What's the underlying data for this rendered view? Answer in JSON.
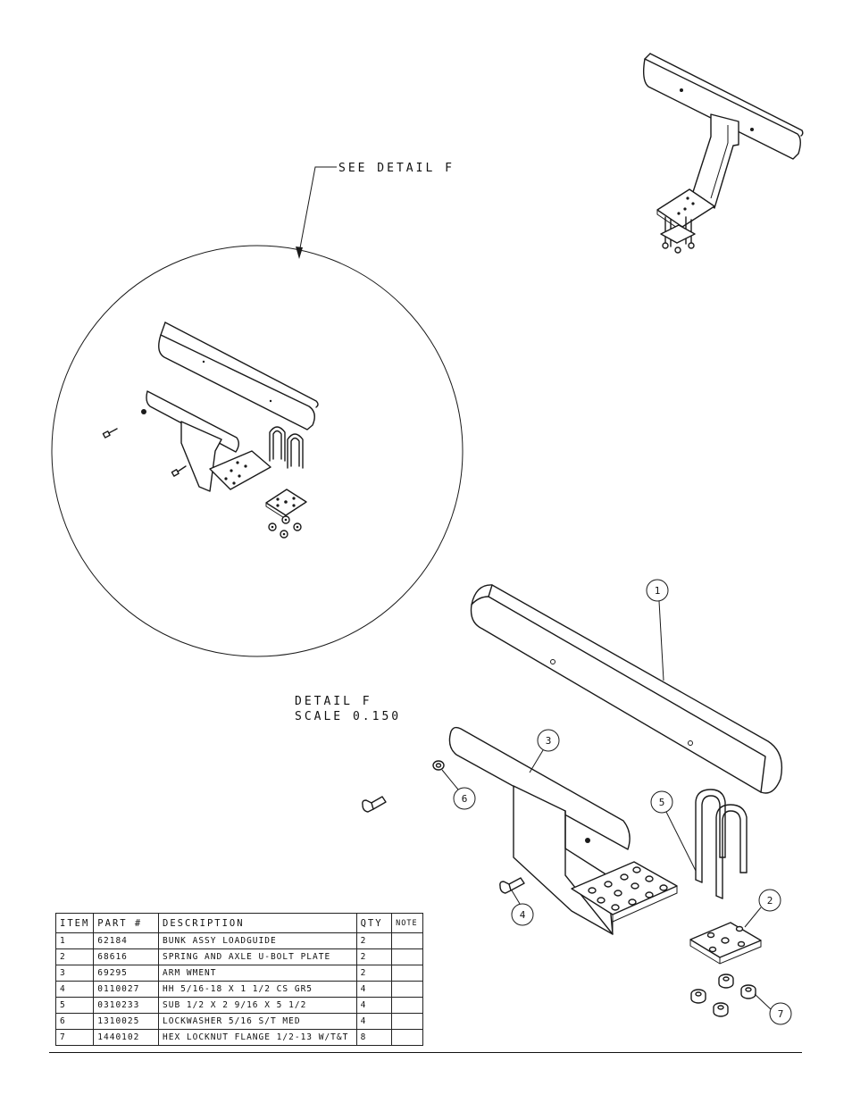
{
  "see_detail": "SEE DETAIL  F",
  "detail": {
    "title": "DETAIL  F",
    "scale": "SCALE  0.150"
  },
  "callouts": [
    "1",
    "2",
    "3",
    "4",
    "5",
    "6",
    "7"
  ],
  "bom": {
    "headers": [
      "ITEM",
      "PART #",
      "DESCRIPTION",
      "QTY",
      "NOTE"
    ],
    "rows": [
      [
        "1",
        "62184",
        "BUNK ASSY   LOADGUIDE",
        "2",
        ""
      ],
      [
        "2",
        "68616",
        "SPRING AND AXLE U-BOLT PLATE",
        "2",
        ""
      ],
      [
        "3",
        "69295",
        "ARM WMENT",
        "2",
        ""
      ],
      [
        "4",
        "0110027",
        "HH 5/16-18 X 1 1/2 CS GR5",
        "4",
        ""
      ],
      [
        "5",
        "0310233",
        "SUB 1/2 X 2 9/16 X 5 1/2",
        "4",
        ""
      ],
      [
        "6",
        "1310025",
        "LOCKWASHER 5/16 S/T MED",
        "4",
        ""
      ],
      [
        "7",
        "1440102",
        "HEX LOCKNUT FLANGE 1/2-13 W/T&T",
        "8",
        ""
      ]
    ]
  }
}
